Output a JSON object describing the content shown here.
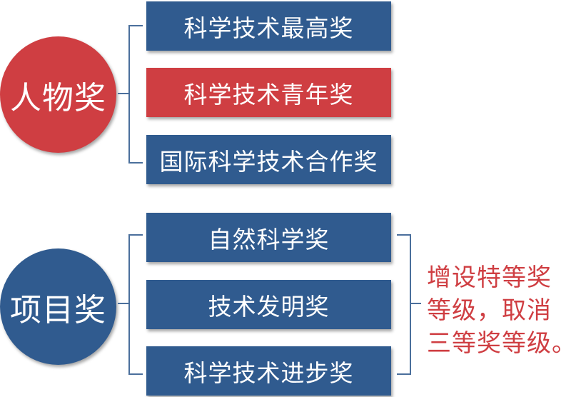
{
  "colors": {
    "blue": "#305b8f",
    "red": "#cf3e42",
    "bracket": "#4a6f9c"
  },
  "person": {
    "label": "人物奖",
    "items": [
      "科学技术最高奖",
      "科学技术青年奖",
      "国际科学技术合作奖"
    ],
    "highlighted_item": 1
  },
  "project": {
    "label": "项目奖",
    "items": [
      "自然科学奖",
      "技术发明奖",
      "科学技术进步奖"
    ]
  },
  "note": {
    "lines": [
      "增设特等奖",
      "等级，取消",
      "三等奖等级。"
    ]
  }
}
